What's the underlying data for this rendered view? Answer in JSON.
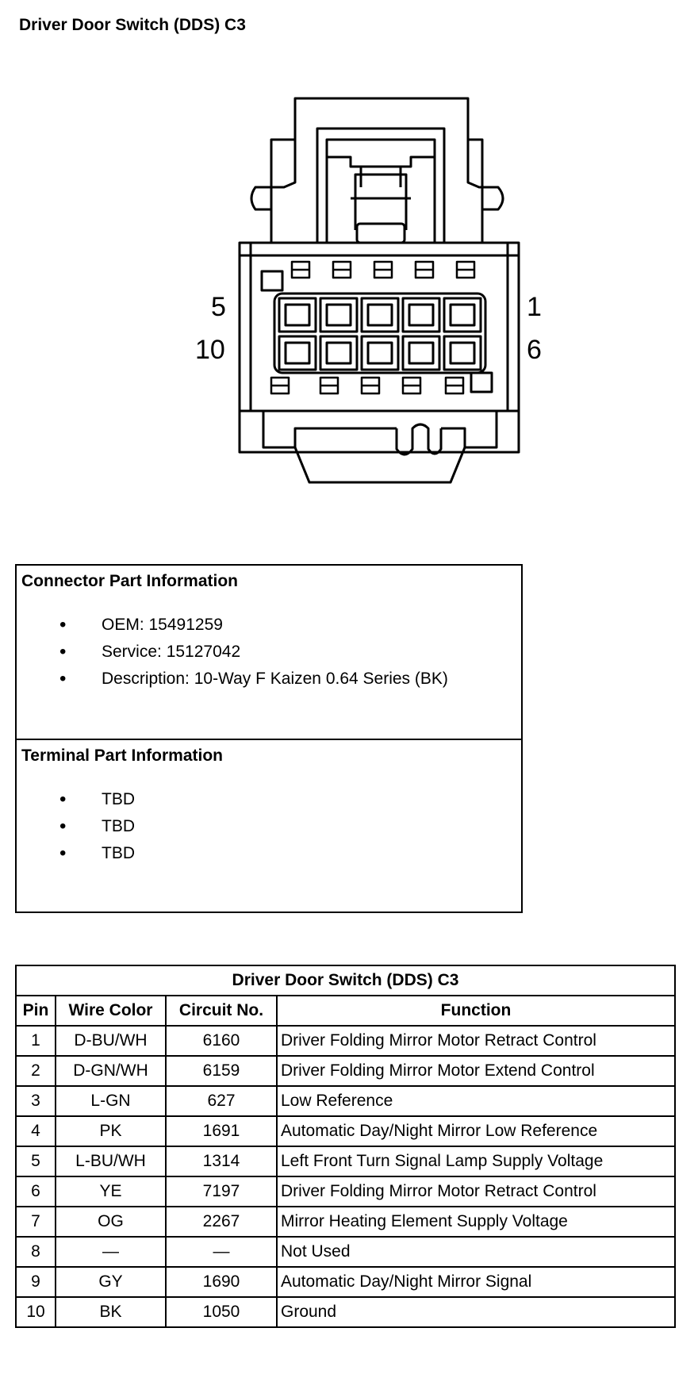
{
  "title": "Driver Door Switch (DDS) C3",
  "pin_labels": {
    "top_left": "5",
    "bottom_left": "10",
    "top_right": "1",
    "bottom_right": "6"
  },
  "connector_info": {
    "heading": "Connector Part Information",
    "items": [
      "OEM: 15491259",
      "Service: 15127042",
      "Description: 10-Way F Kaizen 0.64 Series (BK)"
    ]
  },
  "terminal_info": {
    "heading": "Terminal Part Information",
    "items": [
      "TBD",
      "TBD",
      "TBD"
    ]
  },
  "table": {
    "caption": "Driver Door Switch (DDS) C3",
    "headers": [
      "Pin",
      "Wire Color",
      "Circuit No.",
      "Function"
    ],
    "rows": [
      [
        "1",
        "D-BU/WH",
        "6160",
        "Driver Folding Mirror Motor Retract Control"
      ],
      [
        "2",
        "D-GN/WH",
        "6159",
        "Driver Folding Mirror Motor Extend Control"
      ],
      [
        "3",
        "L-GN",
        "627",
        "Low Reference"
      ],
      [
        "4",
        "PK",
        "1691",
        "Automatic Day/Night Mirror Low Reference"
      ],
      [
        "5",
        "L-BU/WH",
        "1314",
        "Left Front Turn Signal Lamp Supply Voltage"
      ],
      [
        "6",
        "YE",
        "7197",
        "Driver Folding Mirror Motor Retract Control"
      ],
      [
        "7",
        "OG",
        "2267",
        "Mirror Heating Element Supply Voltage"
      ],
      [
        "8",
        "—",
        "—",
        "Not Used"
      ],
      [
        "9",
        "GY",
        "1690",
        "Automatic Day/Night Mirror Signal"
      ],
      [
        "10",
        "BK",
        "1050",
        "Ground"
      ]
    ]
  }
}
